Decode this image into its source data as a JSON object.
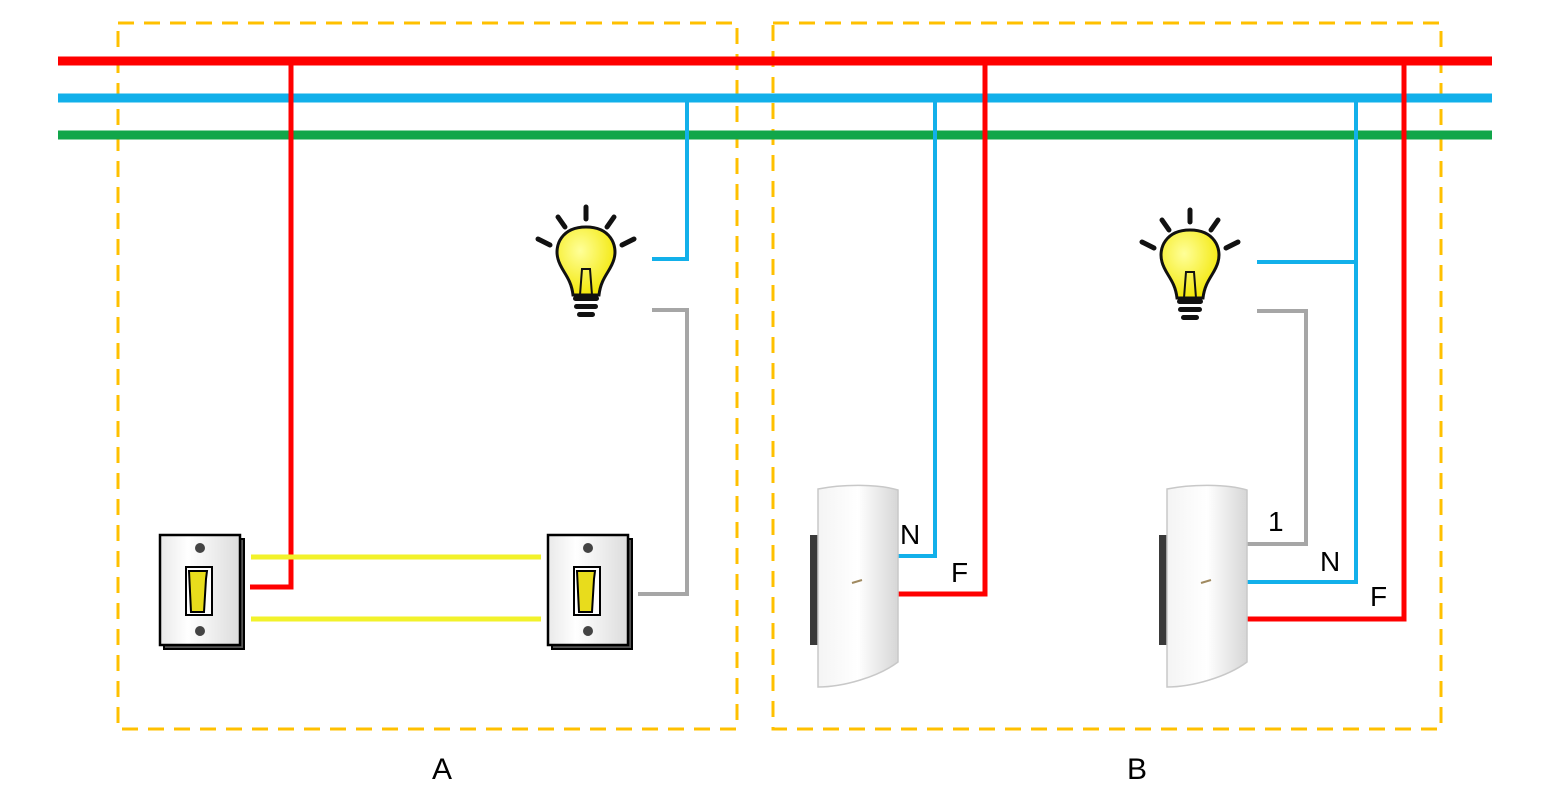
{
  "panels": [
    {
      "id": "A",
      "label": "A"
    },
    {
      "id": "B",
      "label": "B"
    }
  ],
  "terminals": {
    "panel_b_left": {
      "n": "N",
      "f": "F"
    },
    "panel_b_right": {
      "one": "1",
      "n": "N",
      "f": "F"
    }
  },
  "wire_colors": {
    "phase": "#ff0000",
    "neutral": "#12b0ea",
    "ground": "#11a64a",
    "traveler": "#ffff33",
    "return": "#a6a6a6",
    "frame": "#ffc000"
  },
  "icons": {
    "bulb": "light-bulb-icon",
    "toggle_switch": "toggle-switch-icon",
    "smart_switch": "smart-switch-icon"
  }
}
